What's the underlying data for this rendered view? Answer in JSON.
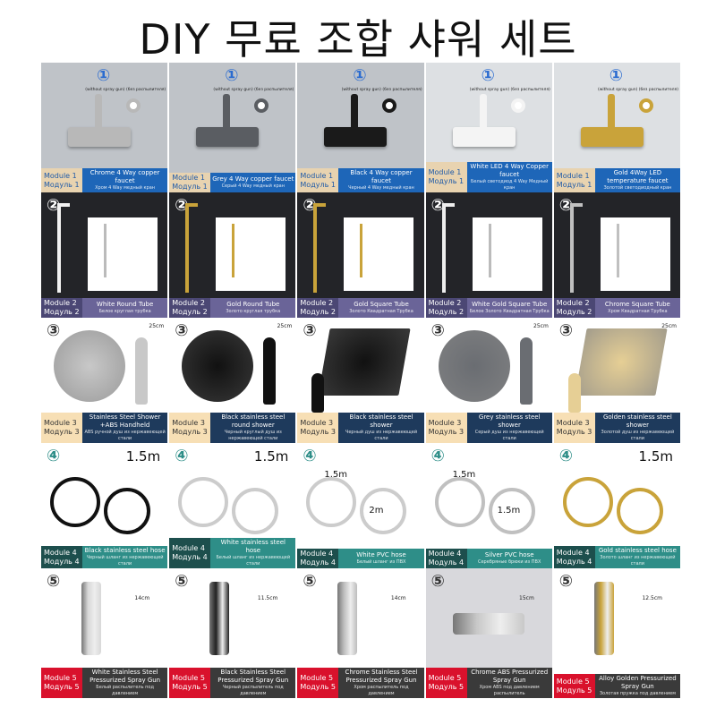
{
  "title": "DIY 무료 조합 샤워 세트",
  "module_word": "Module",
  "module_word_ru": "Модуль",
  "rows": [
    {
      "module": "1",
      "symbol": "①",
      "colors": {
        "left": "#e8d3b0",
        "right": "#1e66b8",
        "lefttext": "#1e5aa8",
        "bg": "#c9ccd0"
      },
      "note": "(without spray gun) (без распылителя)",
      "items": [
        {
          "title": "Chrome 4 Way copper faucet",
          "subtitle": "Хром 4 Way медный кран",
          "color": "#b8b8b8"
        },
        {
          "title": "Grey 4 Way copper faucet",
          "subtitle": "Серый 4 Way медный кран",
          "color": "#5a5d62"
        },
        {
          "title": "Black 4 Way copper faucet",
          "subtitle": "Черный 4 Way медный кран",
          "color": "#1a1a1a"
        },
        {
          "title": "White LED 4 Way Copper faucet",
          "subtitle": "Белый светодиод 4 Way Медный кран",
          "color": "#f4f4f4"
        },
        {
          "title": "Gold 4Way LED temperature faucet",
          "subtitle": "Золотой светодиодный кран",
          "color": "#c9a33a"
        }
      ]
    },
    {
      "module": "2",
      "symbol": "②",
      "colors": {
        "left": "#4b4774",
        "right": "#6a6498",
        "lefttext": "#ffffff",
        "bg": "#232428"
      },
      "items": [
        {
          "title": "White Round Tube",
          "subtitle": "Белое круглая трубка",
          "color": "#f2f2f2"
        },
        {
          "title": "Gold Round Tube",
          "subtitle": "Золото круглая трубка",
          "color": "#c9a33a"
        },
        {
          "title": "Gold Square Tube",
          "subtitle": "Золото Квадратная Трубка",
          "color": "#c9a33a"
        },
        {
          "title": "White Gold Square Tube",
          "subtitle": "Белое Золото Квадратная Трубка",
          "color": "#eeeeee"
        },
        {
          "title": "Chrome Square Tube",
          "subtitle": "Хром Квадратная Трубка",
          "color": "#c0c0c0"
        }
      ]
    },
    {
      "module": "3",
      "symbol": "③",
      "colors": {
        "left": "#f7dfb5",
        "right": "#1e3a5c",
        "lefttext": "#333333",
        "bg": "#ffffff"
      },
      "items": [
        {
          "title": "Stainless Steel Shower +ABS Handheld",
          "subtitle": "ABS ручной душ из нержавеющей стали",
          "color": "#c8c8c8",
          "shape": "round",
          "dim": "25cm"
        },
        {
          "title": "Black stainless steel round shower",
          "subtitle": "Черный круглый душ из нержавеющей стали",
          "color": "#111111",
          "shape": "round",
          "dim": "25cm"
        },
        {
          "title": "Black stainless steel shower",
          "subtitle": "Черный душ из нержавеющей стали",
          "color": "#111111",
          "shape": "square",
          "dim": ""
        },
        {
          "title": "Grey stainless steel shower",
          "subtitle": "Серый душ из нержавеющей стали",
          "color": "#6a6d72",
          "shape": "round",
          "dim": "25cm"
        },
        {
          "title": "Golden stainless steel shower",
          "subtitle": "Золотой душ из нержавеющей стали",
          "color": "#e6cf95",
          "shape": "square",
          "dim": "25cm"
        }
      ]
    },
    {
      "module": "4",
      "symbol": "④",
      "colors": {
        "left": "#1d4f4d",
        "right": "#2e8e88",
        "lefttext": "#ffffff",
        "bg": "#ffffff"
      },
      "items": [
        {
          "title": "Black stainless steel hose",
          "subtitle": "Черный шланг из нержавеющей стали",
          "color": "#111111",
          "length": "1.5m"
        },
        {
          "title": "White stainless steel hose",
          "subtitle": "Белый шланг из нержавеющей стали",
          "color": "#e8e8e8",
          "length": "1.5m"
        },
        {
          "title": "White PVC hose",
          "subtitle": "Белый шланг из ПВХ",
          "color": "#f5f5f5",
          "length": "1.5m",
          "length2": "2m"
        },
        {
          "title": "Silver PVC hose",
          "subtitle": "Серебряные брюки из ПВХ",
          "color": "#c0c0c0",
          "length": "1.5m",
          "length2": "1.5m"
        },
        {
          "title": "Gold stainless steel hose",
          "subtitle": "Золото шланг из нержавеющей стали",
          "color": "#c9a33a",
          "length": "1.5m"
        }
      ]
    },
    {
      "module": "5",
      "symbol": "⑤",
      "colors": {
        "left": "#d9112c",
        "right": "#3a3a3a",
        "lefttext": "#ffffff",
        "bg": "#ffffff"
      },
      "items": [
        {
          "title": "White Stainless Steel Pressurized Spray Gun",
          "subtitle": "Белый распылитель под давлением",
          "color": "#d8d8d8",
          "dim": "14cm"
        },
        {
          "title": "Black Stainless Steel Pressurized Spray Gun",
          "subtitle": "Черный распылитель под давлением",
          "color": "#222222",
          "dim": "11.5cm"
        },
        {
          "title": "Chrome Stainless Steel Pressurized Spray Gun",
          "subtitle": "Хром распылитель под давлением",
          "color": "#bdbdbd",
          "dim": "14cm"
        },
        {
          "title": "Chrome ABS Pressurized Spray Gun",
          "subtitle": "Хром ABS под давлением распылитель",
          "color": "#c8c8c8",
          "dim": "15cm"
        },
        {
          "title": "Alloy Golden Pressurized Spray Gun",
          "subtitle": "Золотая пружка под давлением",
          "color": "#c9a33a",
          "dim": "12.5cm"
        }
      ]
    }
  ]
}
